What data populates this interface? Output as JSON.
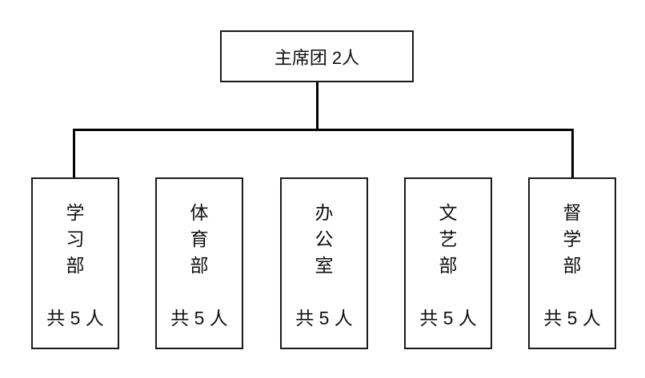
{
  "chart": {
    "type": "org-chart",
    "root": {
      "label": "主席团 2人"
    },
    "departments": [
      {
        "name": "学\n习\n部",
        "count": "共 5 人"
      },
      {
        "name": "体\n育\n部",
        "count": "共 5 人"
      },
      {
        "name": "办\n公\n室",
        "count": "共 5 人"
      },
      {
        "name": "文\n艺\n部",
        "count": "共 5 人"
      },
      {
        "name": "督\n学\n部",
        "count": "共 5 人"
      }
    ],
    "colors": {
      "background": "#ffffff",
      "box_border": "#1a1a1a",
      "connector_line": "#000000",
      "text": "#111111"
    }
  }
}
